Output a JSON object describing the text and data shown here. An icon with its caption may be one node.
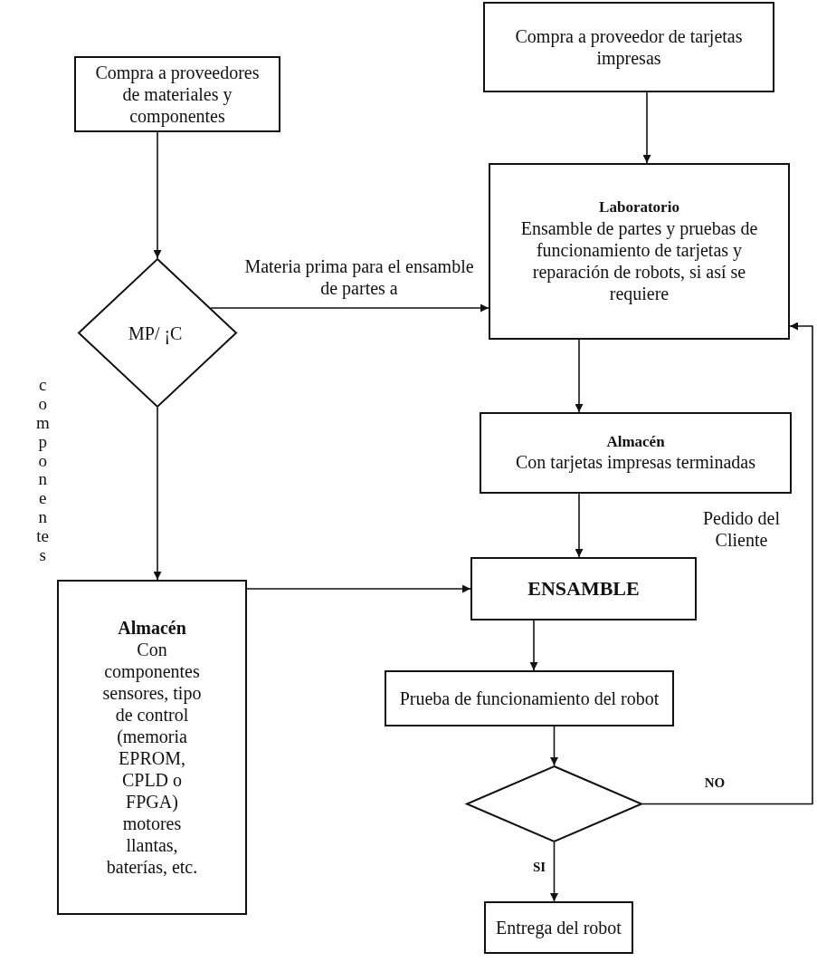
{
  "diagram": {
    "nodes": [
      {
        "text": [
          "Compra a proveedores de materiales y componentes"
        ]
      },
      {
        "text": [
          "Compra a proveedor de tarjetas impresas"
        ]
      },
      {
        "text": [
          "Laboratorio",
          "Ensamble de partes y pruebas de funcionamiento de tarjetas y reparación de robots,  si así se requiere"
        ]
      },
      {
        "text": [
          "MP/ ¡C"
        ]
      },
      {
        "text": [
          "Almacén",
          "Con tarjetas impresas terminadas"
        ]
      },
      {
        "text": [
          "Almacén",
          "Con componentes sensores, tipo de control (memoria EPROM, CPLD o FPGA) motores llantas, baterías, etc."
        ]
      },
      {
        "text": [
          "ENSAMBLE"
        ]
      },
      {
        "text": [
          "Prueba de funcionamiento del robot"
        ]
      },
      {
        "text": [],
        "shape": "diamond"
      },
      {
        "text": [
          "Entrega del robot"
        ]
      }
    ],
    "edges": [
      {
        "from": 0,
        "to": 3,
        "arrow": "to"
      },
      {
        "from": 1,
        "to": 2,
        "arrow": "to"
      },
      {
        "from": 3,
        "to": 2,
        "arrow": "to",
        "label": "Materia prima para el ensamble de partes a"
      },
      {
        "from": 3,
        "to": 5,
        "arrow": "to"
      },
      {
        "from": 2,
        "to": 4,
        "arrow": "to"
      },
      {
        "from": 4,
        "to": 6,
        "arrow": "to"
      },
      {
        "from": 5,
        "to": 6,
        "arrow": "to"
      },
      {
        "from": 6,
        "to": 7,
        "arrow": "to"
      },
      {
        "from": 7,
        "to": 8,
        "arrow": "to"
      },
      {
        "from": 8,
        "to": 2,
        "arrow": "to",
        "label": "NO"
      },
      {
        "from": 8,
        "to": 9,
        "arrow": "to",
        "label": "SI"
      }
    ],
    "labels": [
      "componentes",
      "Pedido del Cliente"
    ]
  }
}
